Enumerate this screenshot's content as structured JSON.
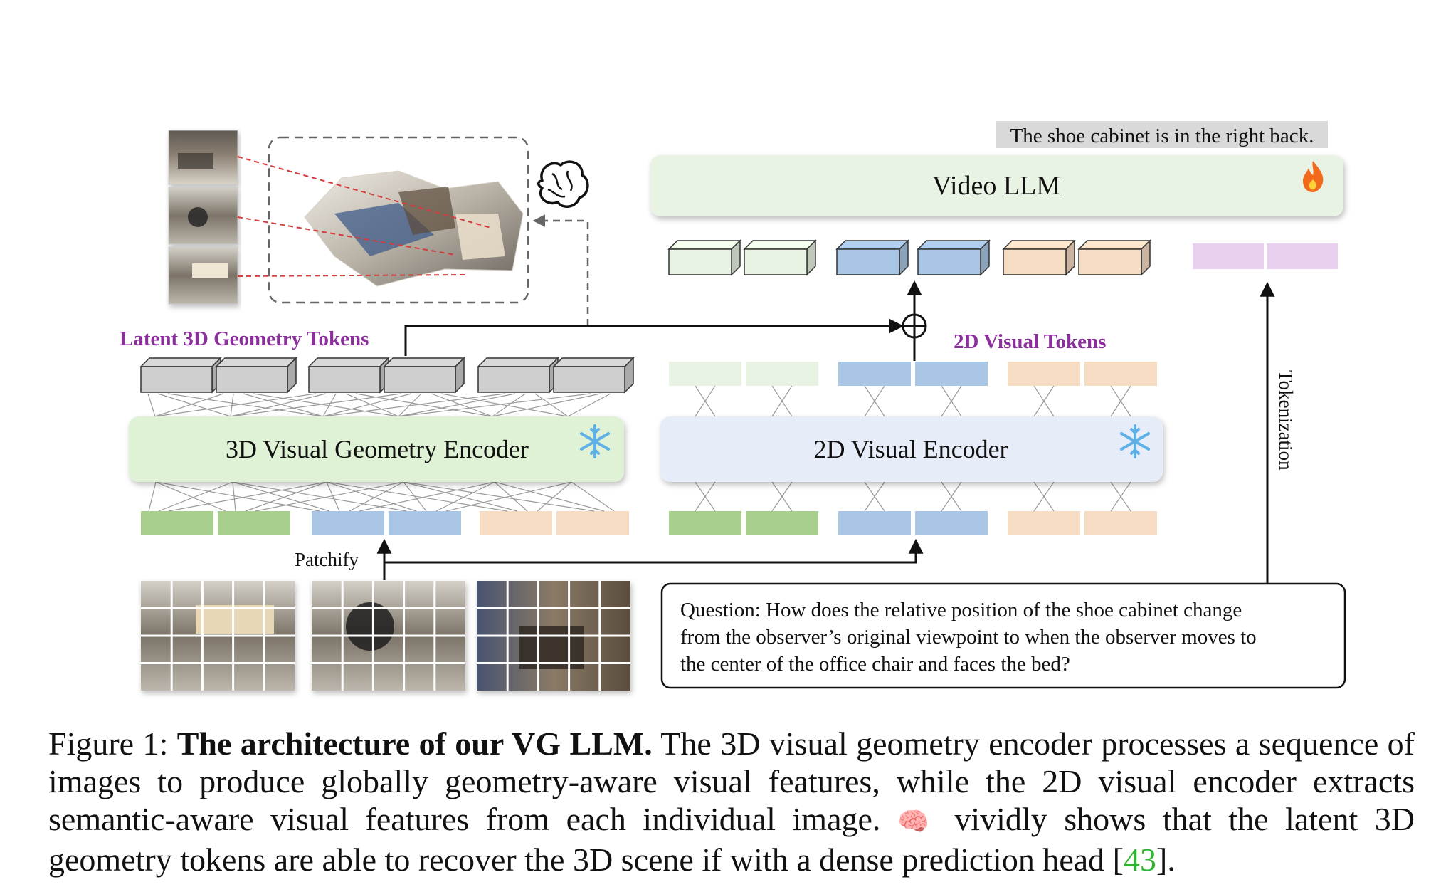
{
  "figure": {
    "output_text": "The shoe cabinet is in the right back.",
    "video_llm_label": "Video LLM",
    "geometry_tokens_label": "Latent 3D Geometry Tokens",
    "visual_tokens_label": "2D Visual Tokens",
    "geometry_encoder_label": "3D Visual Geometry Encoder",
    "visual_encoder_label": "2D Visual Encoder",
    "patchify_label": "Patchify",
    "tokenization_label": "Tokenization",
    "question_lines": [
      "Question: How does the relative position of the shoe cabinet change",
      "from the observer’s original viewpoint to when the observer moves to",
      "the center of the office chair and faces the bed?"
    ],
    "icons": {
      "trainable": "fire-icon",
      "frozen": "snowflake-icon",
      "reconstruction": "brain-icon",
      "fusion": "add-circle-icon"
    },
    "colors": {
      "llm_box": "#e9f3e3",
      "geometry_encoder": "#e0f2d6",
      "visual_encoder": "#e6ecf8",
      "green_token": "#a8cf8e",
      "blue_token": "#a9c6e4",
      "peach_token": "#f6dcc3",
      "pink_token": "#ead0ef",
      "gray_token": "#cfcfcf",
      "label_purple": "#8b2f9c",
      "cite_green": "#2fb52f"
    }
  },
  "caption": {
    "prefix": "Figure 1: ",
    "title": "The architecture of our VG LLM.",
    "sentence1": " The 3D visual geometry encoder processes a sequence of images to produce globally geometry-aware visual features, while the 2D visual encoder extracts semantic-aware visual features from each individual image. ",
    "icon_name": "brain-icon",
    "icon_glyph": "🧠",
    "sentence2": " vividly shows that the latent 3D geometry tokens are able to recover the 3D scene if with a dense prediction head [",
    "citation": "43",
    "suffix": "]."
  }
}
